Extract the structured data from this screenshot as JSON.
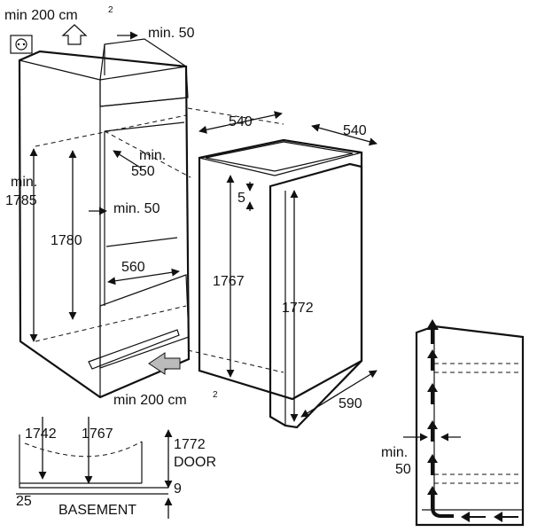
{
  "labels": {
    "vent_top": "min 200 cm",
    "vent_top_sup": "2",
    "vent_top_gap": "min. 50",
    "niche_min_label": "min.",
    "niche_min_value": "1785",
    "niche_height": "1780",
    "niche_depth_min": "min.",
    "niche_depth_value": "550",
    "rear_gap": "min. 50",
    "niche_width": "560",
    "vent_bottom": "min 200 cm",
    "vent_bottom_sup": "2",
    "app_width": "540",
    "app_depth": "540",
    "door_gap": "5",
    "app_height": "1767",
    "door_height": "1772",
    "door_open_depth": "590",
    "h_1742": "1742",
    "h_1767": "1767",
    "h_1772": "1772",
    "door_word": "DOOR",
    "basement_offset": "25",
    "basement_word": "BASEMENT",
    "basement_gap": "9",
    "air_gap_min": "min.",
    "air_gap_value": "50"
  },
  "icons": [
    "power-socket-icon",
    "airflow-up-arrow-icon",
    "airflow-in-arrow-icon"
  ]
}
